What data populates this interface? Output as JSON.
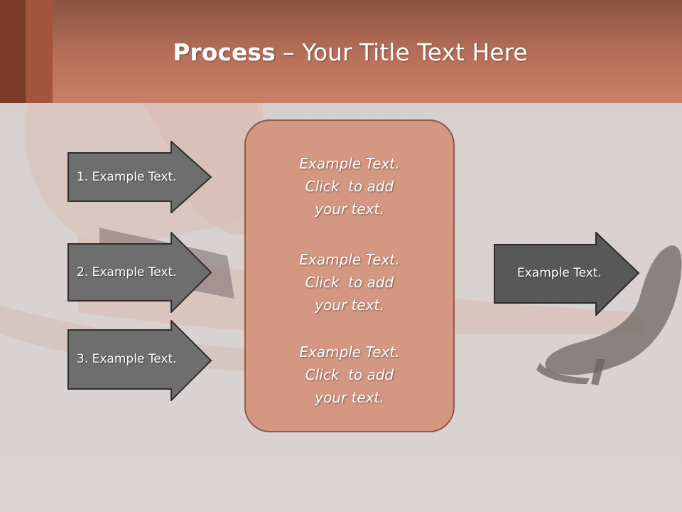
{
  "slide": {
    "title_bold": "Process",
    "title_rest": " – Your Title Text Here"
  },
  "left_arrows": [
    {
      "label": "1. Example Text."
    },
    {
      "label": "2. Example Text."
    },
    {
      "label": "3. Example Text."
    }
  ],
  "center_box": {
    "items": [
      {
        "line1": "Example Text.",
        "line2": "Click  to add",
        "line3": "your text."
      },
      {
        "line1": "Example Text.",
        "line2": "Click  to add",
        "line3": "your text."
      },
      {
        "line1": "Example Text.",
        "line2": "Click  to add",
        "line3": "your text."
      }
    ]
  },
  "right_arrow": {
    "label": "Example Text."
  },
  "colors": {
    "header": "#b8705a",
    "arrow_fill": "#6e6e6e",
    "right_arrow_fill": "#585858",
    "center_box_fill": "#d49882",
    "center_box_border": "#8e5a4a"
  },
  "background_image": "legs-with-high-heels"
}
